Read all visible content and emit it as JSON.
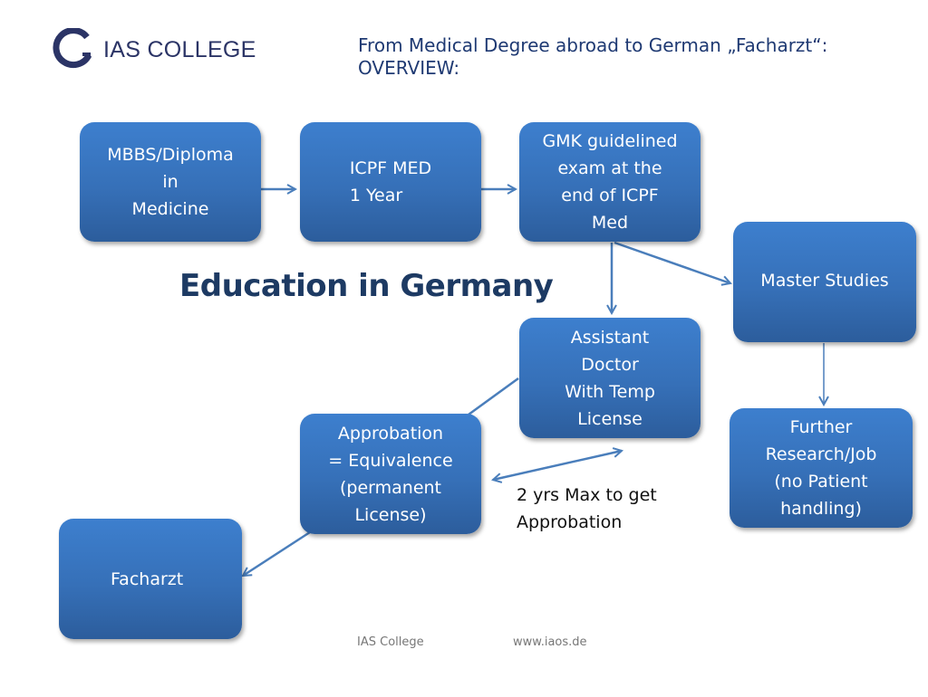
{
  "header": {
    "logo_icon": "ias-ring-logo-icon",
    "logo_text": "IAS COLLEGE",
    "title_line1": "From Medical Degree abroad to German „Facharzt“:",
    "title_line2": "OVERVIEW:"
  },
  "heading": "Education in Germany",
  "colors": {
    "box_top": "#3d7fce",
    "box_bottom": "#2c5d9c",
    "arrow": "#4a7ebb",
    "title": "#1f3a73",
    "heading": "#1d3a63",
    "logo": "#2b3466"
  },
  "nodes": {
    "mbbs": "MBBS/Diploma\nin\nMedicine",
    "icpf": "ICPF MED\n1 Year",
    "gmk": "GMK guidelined\nexam at the\nend of ICPF\nMed",
    "master": "Master Studies",
    "assistant": "Assistant\nDoctor\nWith Temp\nLicense",
    "further": "Further\nResearch/Job\n(no Patient\nhandling)",
    "approbation": "Approbation\n= Equivalence\n(permanent\nLicense)",
    "facharzt": "Facharzt"
  },
  "note": "2 yrs Max to get\nApprobation",
  "edges": [
    {
      "from": "mbbs",
      "to": "icpf"
    },
    {
      "from": "icpf",
      "to": "gmk"
    },
    {
      "from": "gmk",
      "to": "assistant"
    },
    {
      "from": "gmk",
      "to": "master"
    },
    {
      "from": "master",
      "to": "further"
    },
    {
      "from": "assistant",
      "to": "approbation",
      "style": "line"
    },
    {
      "from": "approbation",
      "to": "assistant",
      "style": "double-arrow"
    },
    {
      "from": "approbation",
      "to": "facharzt"
    }
  ],
  "footer": {
    "left": "IAS College",
    "right": "www.iaos.de"
  }
}
